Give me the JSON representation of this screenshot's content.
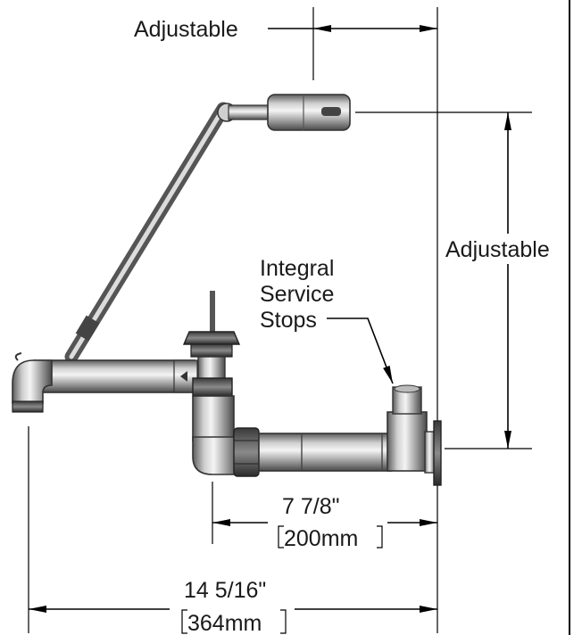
{
  "labels": {
    "top_adjustable": "Adjustable",
    "side_adjustable": "Adjustable",
    "callout_line1": "Integral",
    "callout_line2": "Service",
    "callout_line3": "Stops"
  },
  "dimensions": {
    "short": {
      "imperial": "7 7/8\"",
      "metric": "200mm"
    },
    "long": {
      "imperial": "14 5/16\"",
      "metric": "364mm"
    }
  },
  "colors": {
    "line": "#000000",
    "metal_dark": "#6b6b6b",
    "metal_light": "#eeeeee"
  }
}
